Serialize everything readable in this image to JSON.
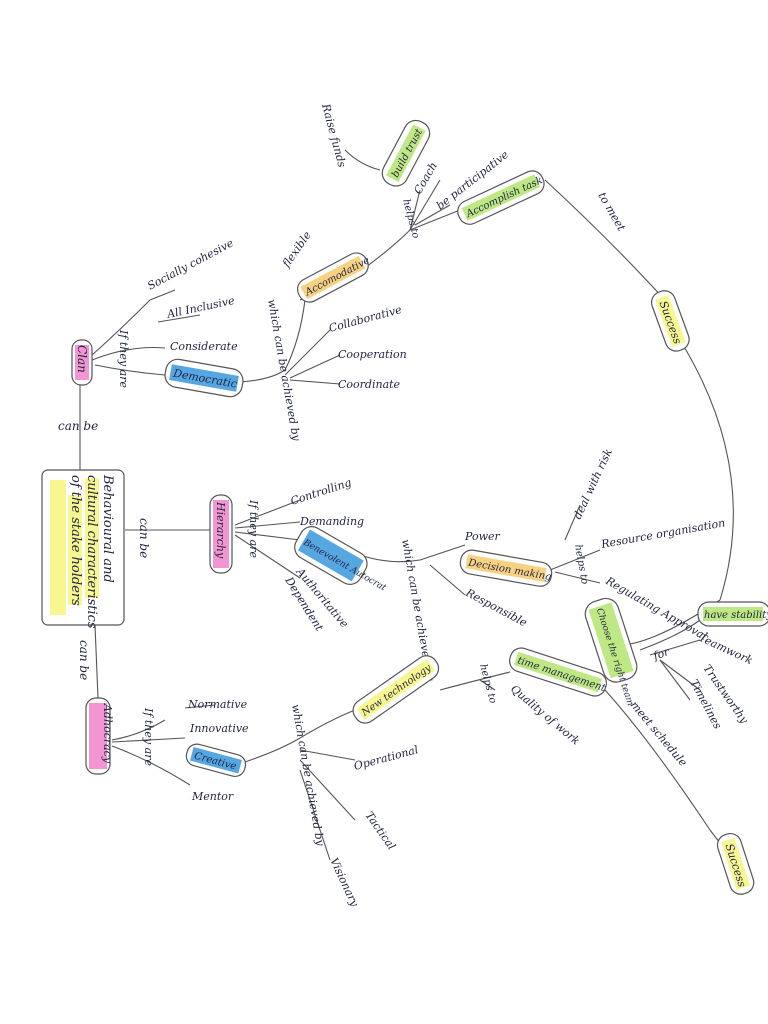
{
  "colors": {
    "ink": "#1f2340",
    "yellow": "#f4f36b",
    "pink": "#ef72c4",
    "blue": "#1e88d8",
    "green": "#a8e05a",
    "orange": "#f6c35a"
  },
  "central": {
    "line1": "Behavioural and",
    "line2": "cultural characteristics",
    "line3": "of the stake holders"
  },
  "link_labels": {
    "can_be_1": "can be",
    "can_be_2": "can be",
    "can_be_3": "can be",
    "if_they_are_1": "If they are",
    "if_they_are_2": "If they are",
    "if_they_are_3": "If they are",
    "which_achieved_1": "which can be achieved by",
    "which_achieved_2": "which can be achieved by",
    "which_achieved_3": "which can be achieved by",
    "helps_to_1": "helps to",
    "helps_to_2": "helps to",
    "helps_to_3": "helps to",
    "to_meet": "to meet",
    "deal_with_risk": "deal with risk",
    "for": "for",
    "meet_schedule": "meet schedule",
    "quality_of_work": "Quality of work"
  },
  "clan": {
    "label": "Clan",
    "traits": [
      "Socially cohesive",
      "All Inclusive",
      "Considerate"
    ],
    "democratic": "Democratic",
    "methods": [
      "Collaborative",
      "Cooperation",
      "Coordinate"
    ],
    "accommodative": "Accomodative",
    "flexible": "flexible",
    "helps": [
      "Raise funds",
      "Coach",
      "be participative"
    ],
    "build_trust": "build trust",
    "accomplish": "Accomplish task",
    "success": "Success"
  },
  "hierarchy": {
    "label": "Hierarchy",
    "traits": [
      "Controlling",
      "Demanding",
      "Authoritative",
      "Dependent"
    ],
    "benevolent": "Benevolent Autocrat",
    "methods": [
      "Power",
      "Responsible"
    ],
    "decision": "Decision making",
    "resource": "Resource organisation",
    "regulating": "Regulating Approval",
    "choose": "Choose the right team",
    "stability": "have stability",
    "stability_items": [
      "Teamwork",
      "Trustworthy",
      "Timelines"
    ]
  },
  "adhocracy": {
    "label": "Adhocracy",
    "traits": [
      "Normative",
      "Innovative",
      "Mentor"
    ],
    "creative": "Creative",
    "technology": "New technology",
    "methods": [
      "Operational",
      "Tactical",
      "Visionary"
    ],
    "time": "time management",
    "success": "Success"
  }
}
